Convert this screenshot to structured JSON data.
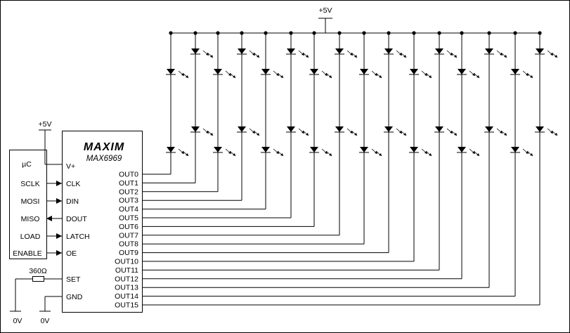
{
  "supply_top": "+5V",
  "supply_chip": "+5V",
  "controller": {
    "title": "µC",
    "pins": [
      "SCLK",
      "MOSI",
      "MISO",
      "LOAD",
      "ENABLE"
    ]
  },
  "chip": {
    "logo": "MAXIM",
    "part": "MAX6969",
    "left_pins": [
      "V+",
      "CLK",
      "DIN",
      "DOUT",
      "LATCH",
      "OE",
      "SET",
      "GND"
    ],
    "outputs": [
      "OUT0",
      "OUT1",
      "OUT2",
      "OUT3",
      "OUT4",
      "OUT5",
      "OUT6",
      "OUT7",
      "OUT8",
      "OUT9",
      "OUT10",
      "OUT11",
      "OUT12",
      "OUT13",
      "OUT14",
      "OUT15"
    ]
  },
  "resistor": "360Ω",
  "grounds": [
    "0V",
    "0V"
  ]
}
